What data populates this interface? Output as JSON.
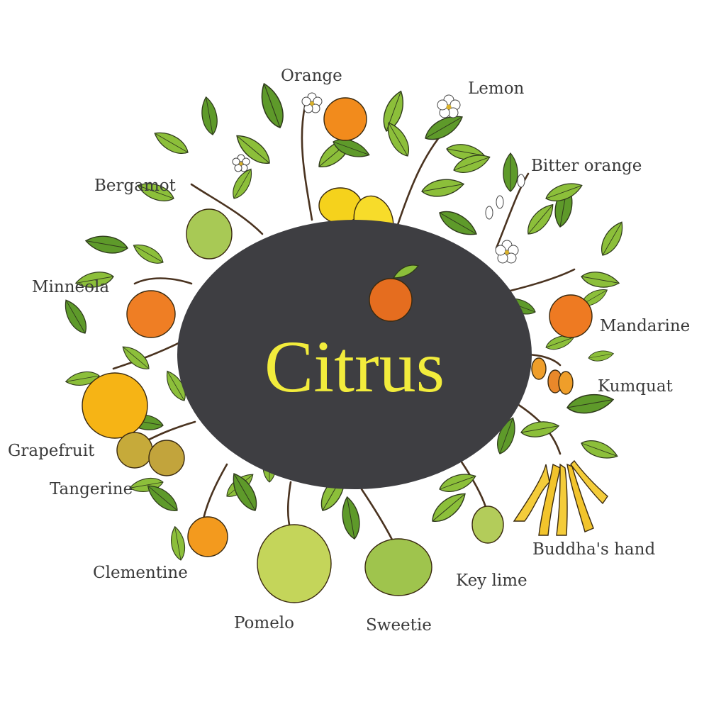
{
  "title": "Citrus",
  "colors": {
    "badge": "#3e3e42",
    "title": "#f2ec3c",
    "leaf": "#8cbf3a",
    "leaf_dark": "#5e9a2a",
    "orange": "#f28b1c",
    "deep_orange": "#e56d1f",
    "yellow": "#f5d21c",
    "green_fruit": "#a8c955"
  },
  "labels": {
    "orange": "Orange",
    "lemon": "Lemon",
    "bitter_orange": "Bitter orange",
    "bergamot": "Bergamot",
    "minneola": "Minneola",
    "mandarine": "Mandarine",
    "kumquat": "Kumquat",
    "grapefruit": "Grapefruit",
    "tangerine": "Tangerine",
    "buddhas_hand": "Buddha's hand",
    "clementine": "Clementine",
    "key_lime": "Key lime",
    "pomelo": "Pomelo",
    "sweetie": "Sweetie"
  }
}
